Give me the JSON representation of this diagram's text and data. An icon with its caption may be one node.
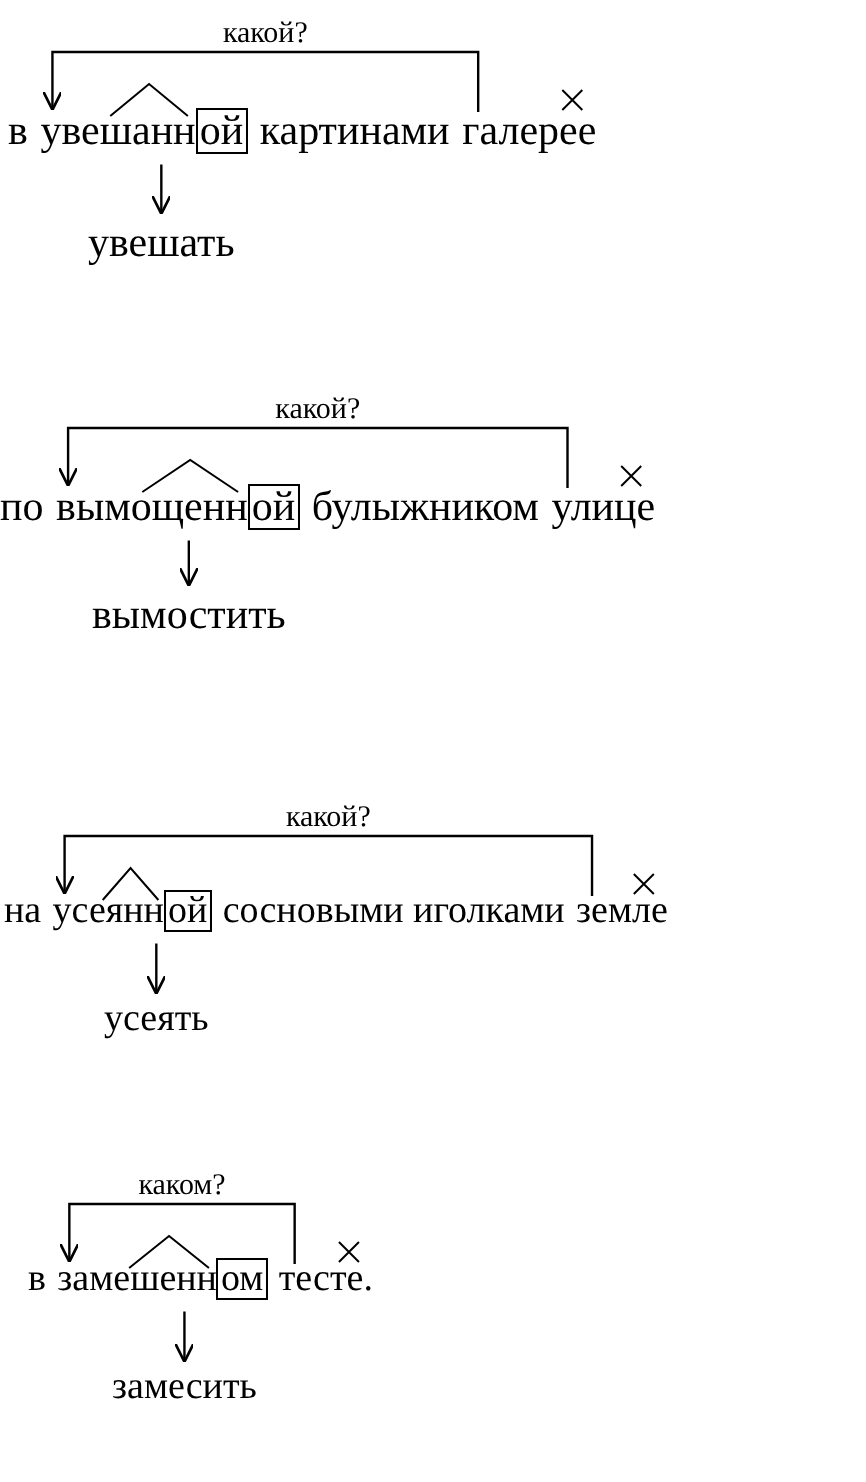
{
  "diagram": {
    "nodes": [
      {
        "text": [
          "увешанн"
        ]
      },
      {
        "text": [
          "ой"
        ]
      },
      {
        "text": [
          "галерее"
        ]
      },
      {
        "text": [
          "увешать"
        ]
      },
      {
        "text": [
          "вымощенн"
        ]
      },
      {
        "text": [
          "ой"
        ]
      },
      {
        "text": [
          "улице"
        ]
      },
      {
        "text": [
          "вымостить"
        ]
      },
      {
        "text": [
          "усеянн"
        ]
      },
      {
        "text": [
          "ой"
        ]
      },
      {
        "text": [
          "земле"
        ]
      },
      {
        "text": [
          "усеять"
        ]
      },
      {
        "text": [
          "замешенн"
        ]
      },
      {
        "text": [
          "ом"
        ]
      },
      {
        "text": [
          "тесте."
        ]
      },
      {
        "text": [
          "замесить"
        ]
      }
    ],
    "edges": [
      {
        "from": 2,
        "to": 0,
        "arrow": "to",
        "label": "какой?"
      },
      {
        "from": 0,
        "to": 3,
        "arrow": "to"
      },
      {
        "from": 6,
        "to": 4,
        "arrow": "to",
        "label": "какой?"
      },
      {
        "from": 4,
        "to": 7,
        "arrow": "to"
      },
      {
        "from": 10,
        "to": 8,
        "arrow": "to",
        "label": "какой?"
      },
      {
        "from": 8,
        "to": 11,
        "arrow": "to"
      },
      {
        "from": 14,
        "to": 12,
        "arrow": "to",
        "label": "каком?"
      },
      {
        "from": 12,
        "to": 15,
        "arrow": "to"
      }
    ],
    "labels": [
      "в",
      "картинами",
      "по",
      "булыжником",
      "на",
      "сосновыми иголками",
      "в"
    ]
  }
}
